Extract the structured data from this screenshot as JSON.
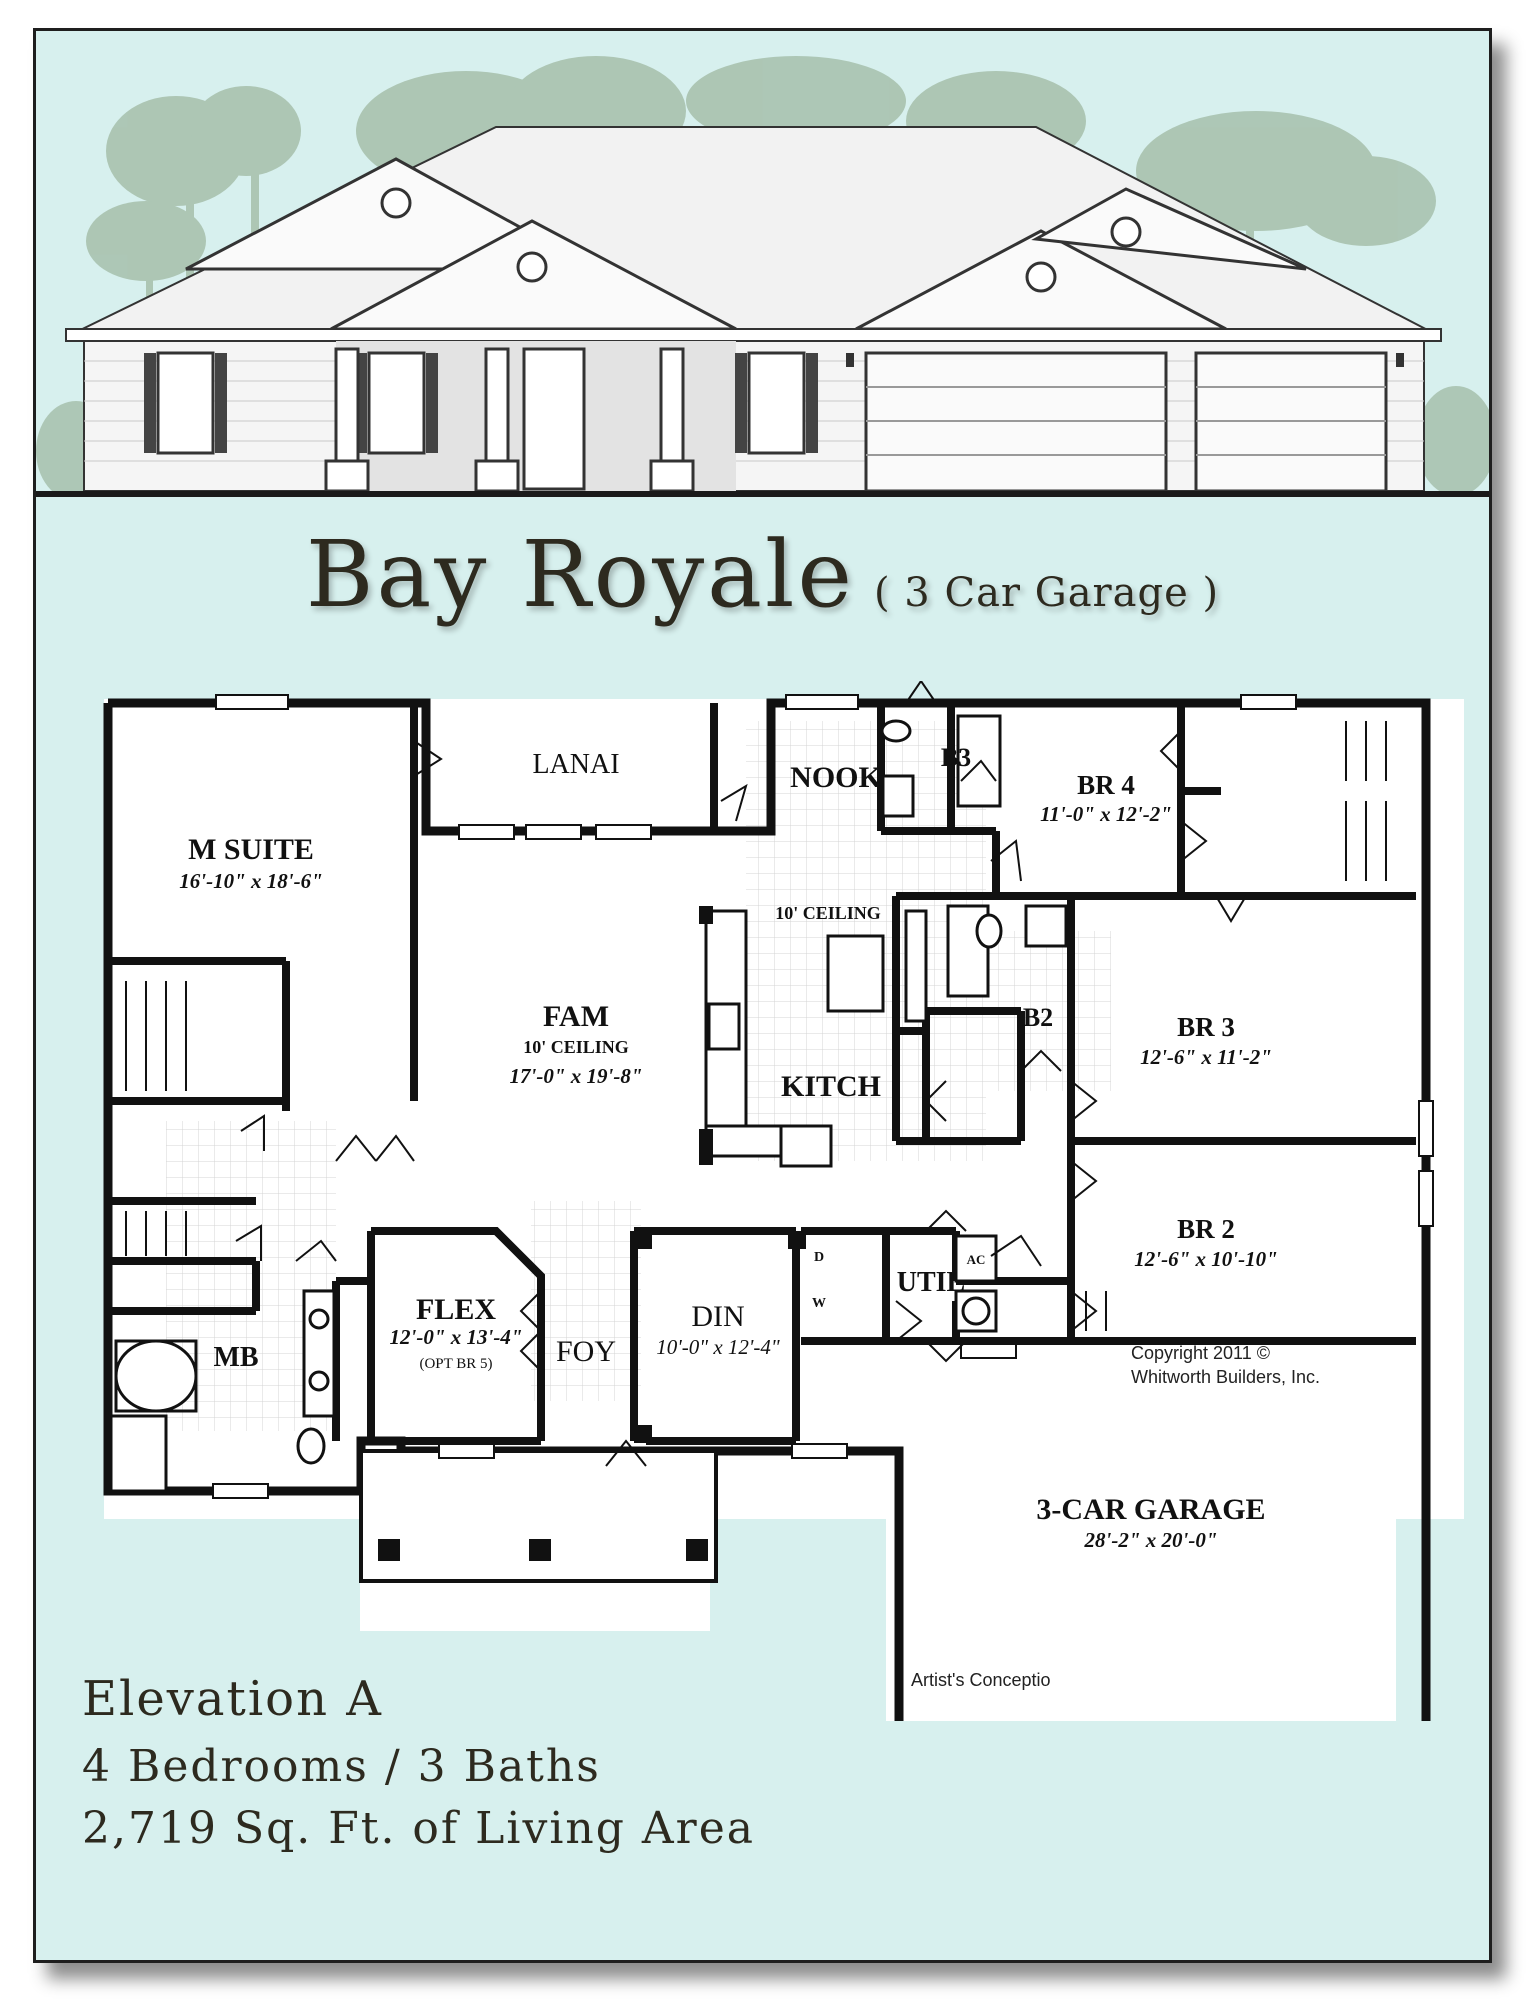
{
  "title": {
    "name": "Bay Royale",
    "subtitle": "( 3 Car Garage )"
  },
  "rooms": {
    "m_suite": {
      "name": "M SUITE",
      "dims": "16'-10\" x 18'-6\""
    },
    "lanai": {
      "name": "LANAI"
    },
    "nook": {
      "name": "NOOK"
    },
    "b3": {
      "name": "B3"
    },
    "br4": {
      "name": "BR 4",
      "dims": "11'-0\" x 12'-2\""
    },
    "kitch_ceiling": {
      "note": "10' CEILING"
    },
    "kitch": {
      "name": "KITCH"
    },
    "fam": {
      "name": "FAM",
      "note": "10' CEILING",
      "dims": "17'-0\" x 19'-8\""
    },
    "b2": {
      "name": "B2"
    },
    "br3": {
      "name": "BR 3",
      "dims": "12'-6\" x 11'-2\""
    },
    "br2": {
      "name": "BR 2",
      "dims": "12'-6\" x 10'-10\""
    },
    "util": {
      "name": "UTIL",
      "d": "D",
      "w": "W",
      "ac": "AC"
    },
    "flex": {
      "name": "FLEX",
      "dims": "12'-0\" x 13'-4\"",
      "note": "(OPT BR 5)"
    },
    "foy": {
      "name": "FOY"
    },
    "din": {
      "name": "DIN",
      "dims": "10'-0\" x 12'-4\""
    },
    "mb": {
      "name": "MB"
    },
    "garage": {
      "name": "3-CAR GARAGE",
      "dims": "28'-2\" x 20'-0\""
    }
  },
  "copyright": {
    "line1": "Copyright 2011 ©",
    "line2": "Whitworth Builders, Inc."
  },
  "artist_note": "Artist's Conceptio",
  "info": {
    "elevation": "Elevation A",
    "beds_baths": "4 Bedrooms / 3 Baths",
    "area": "2,719 Sq. Ft. of Living Area"
  },
  "colors": {
    "background": "#d7f0ee",
    "walls": "#111111",
    "text": "#2d2a1f",
    "trees": "#9fb8a4"
  }
}
